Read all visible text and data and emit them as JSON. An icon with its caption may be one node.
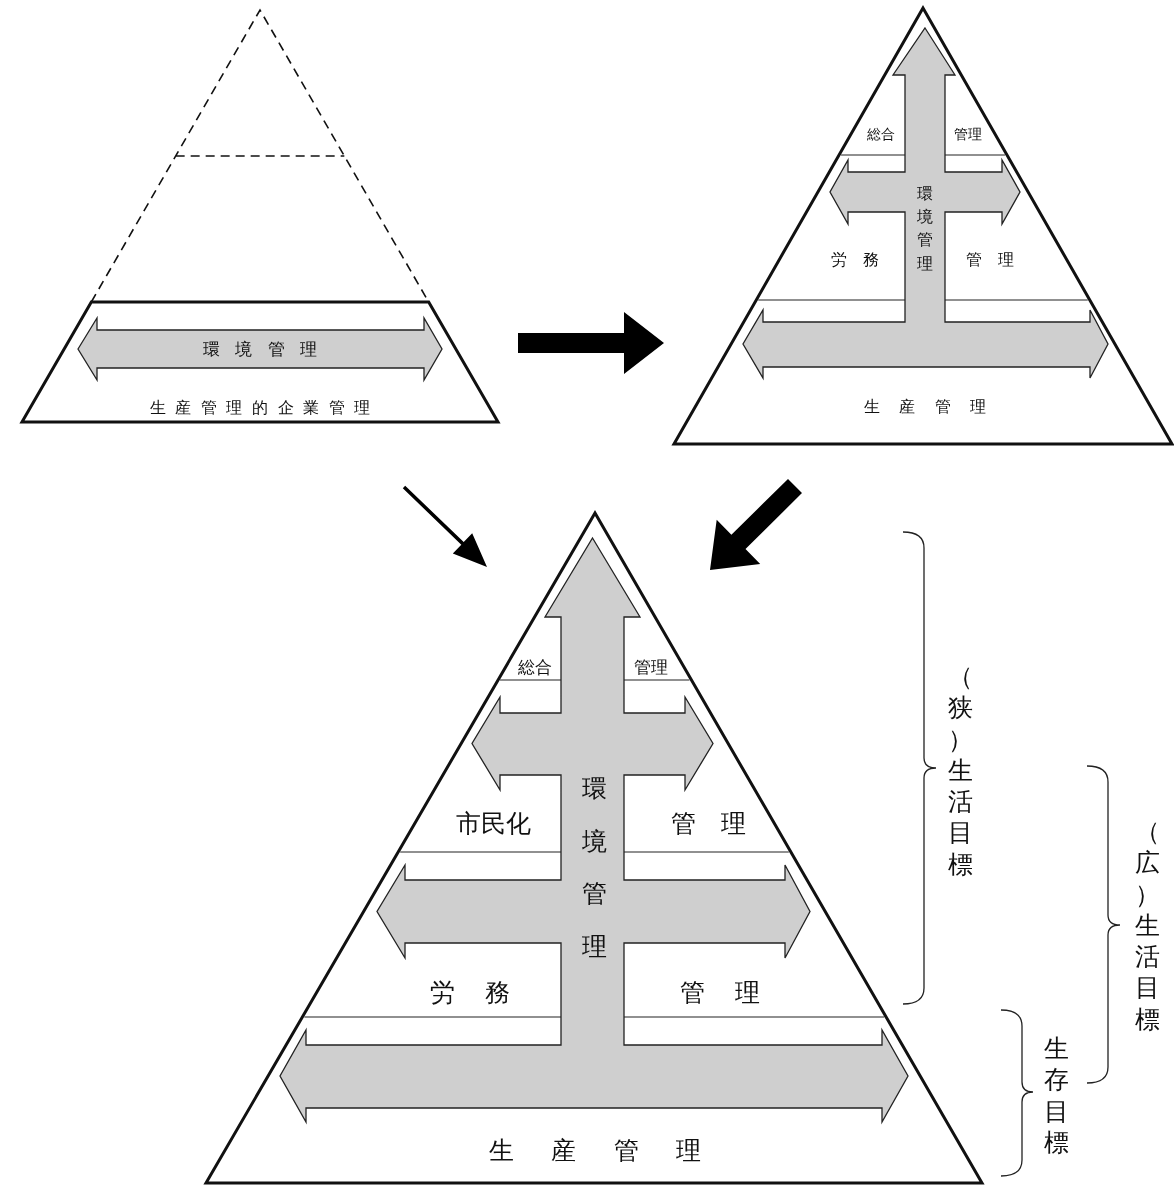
{
  "diagram": {
    "nodes": [
      {
        "text": [
          "環境管理",
          "生産管理的企業管理"
        ]
      },
      {
        "text": [
          "総合",
          "管理",
          "環境管理",
          "労務",
          "管理",
          "生産管理"
        ]
      },
      {
        "text": [
          "総合",
          "管理",
          "市民化",
          "管理",
          "環境管理",
          "労務",
          "管理",
          "生産管理"
        ]
      }
    ],
    "edges": [
      {
        "from": 0,
        "to": 1,
        "arrow": "to",
        "style": "thick"
      },
      {
        "from": 0,
        "to": 2,
        "arrow": "to"
      },
      {
        "from": 1,
        "to": 2,
        "arrow": "to",
        "style": "thick"
      }
    ],
    "labels": [
      "（狭）生活目標",
      "（広）生活目標",
      "生存目標"
    ]
  }
}
